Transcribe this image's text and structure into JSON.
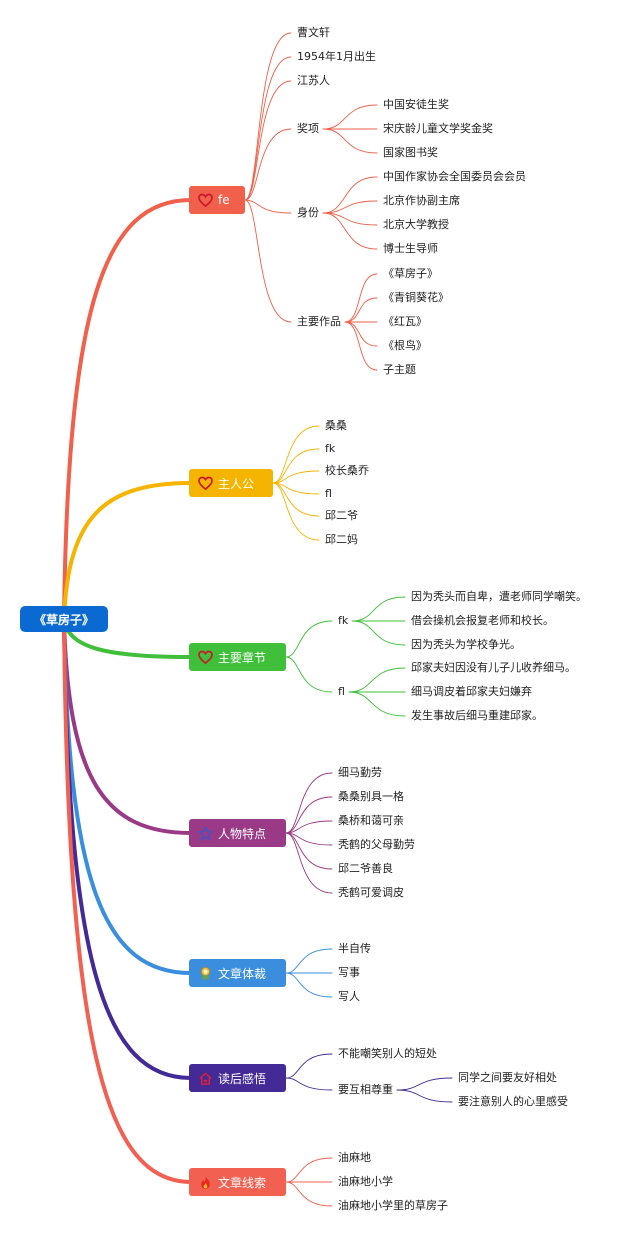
{
  "root": {
    "label": "《草房子》",
    "color": "#0a6ad2"
  },
  "branches": [
    {
      "label": "fe",
      "icon": "heart-outline-icon",
      "color": "#f0604a",
      "items": [
        {
          "label": "曹文轩"
        },
        {
          "label": "1954年1月出生"
        },
        {
          "label": "江苏人"
        },
        {
          "label": "奖项",
          "children": [
            "中国安徒生奖",
            "宋庆龄儿童文学奖金奖",
            "国家图书奖"
          ]
        },
        {
          "label": "身份",
          "children": [
            "中国作家协会全国委员会会员",
            "北京作协副主席",
            "北京大学教授",
            "博士生导师"
          ]
        },
        {
          "label": "主要作品",
          "children": [
            "《草房子》",
            "《青铜葵花》",
            "《红瓦》",
            "《根鸟》",
            "子主题"
          ]
        }
      ]
    },
    {
      "label": "主人公",
      "icon": "heart-outline-icon",
      "color": "#f5b400",
      "items": [
        {
          "label": "桑桑"
        },
        {
          "label": "fk"
        },
        {
          "label": "校长桑乔"
        },
        {
          "label": "fl"
        },
        {
          "label": "邱二爷"
        },
        {
          "label": "邱二妈"
        }
      ]
    },
    {
      "label": "主要章节",
      "icon": "heart-outline-icon",
      "color": "#3fbf3a",
      "items": [
        {
          "label": "fk",
          "children": [
            "因为秃头而自卑，遭老师同学嘲笑。",
            "借会操机会报复老师和校长。",
            "因为秃头为学校争光。"
          ]
        },
        {
          "label": "fl",
          "children": [
            "邱家夫妇因没有儿子儿收养细马。",
            "细马调皮着邱家夫妇嫌弃",
            "发生事故后细马重建邱家。"
          ]
        }
      ]
    },
    {
      "label": "人物特点",
      "icon": "star-outline-icon",
      "color": "#9a3a86",
      "items": [
        {
          "label": "细马勤劳"
        },
        {
          "label": "桑桑别具一格"
        },
        {
          "label": "桑桥和蔼可亲"
        },
        {
          "label": "秃鹤的父母勤劳"
        },
        {
          "label": "邱二爷善良"
        },
        {
          "label": "秃鹤可爱调皮"
        }
      ]
    },
    {
      "label": "文章体裁",
      "icon": "award-icon",
      "color": "#3b8edd",
      "items": [
        {
          "label": "半自传"
        },
        {
          "label": "写事"
        },
        {
          "label": "写人"
        }
      ]
    },
    {
      "label": "读后感悟",
      "icon": "house-icon",
      "color": "#432a96",
      "items": [
        {
          "label": "不能嘲笑别人的短处"
        },
        {
          "label": "要互相尊重",
          "children": [
            "同学之间要友好相处",
            "要注意别人的心里感受"
          ]
        }
      ]
    },
    {
      "label": "文章线索",
      "icon": "fire-icon",
      "color": "#f26052",
      "items": [
        {
          "label": "油麻地"
        },
        {
          "label": "油麻地小学"
        },
        {
          "label": "油麻地小学里的草房子"
        }
      ]
    }
  ]
}
